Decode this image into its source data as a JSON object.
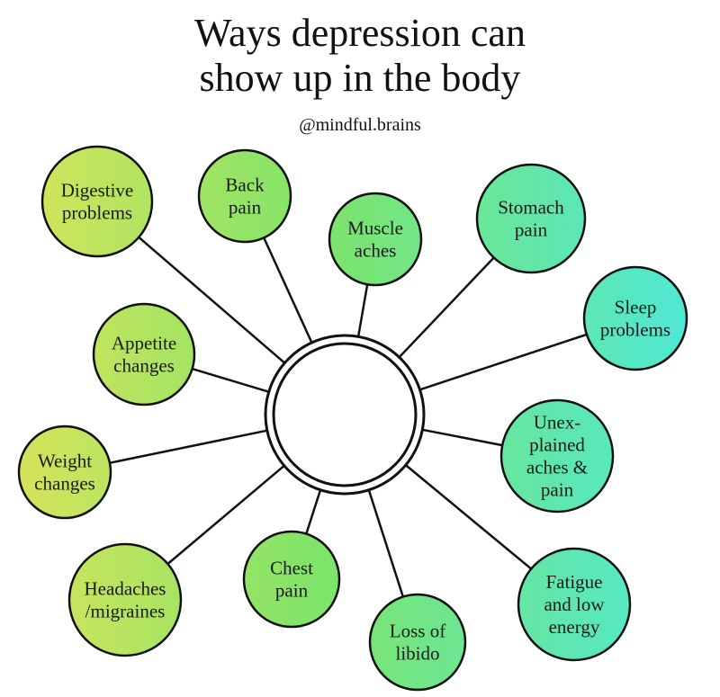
{
  "header": {
    "title_line1": "Ways depression can",
    "title_line2": "show up in the body",
    "handle": "@mindful.brains"
  },
  "colors": {
    "gradient_left": "#d6e45a",
    "gradient_mid": "#7ee46a",
    "gradient_right": "#4ee8d6",
    "stroke": "#111111",
    "hub_fill": "#ffffff"
  },
  "hub": {
    "label": ""
  },
  "nodes": [
    {
      "id": "digestive-problems",
      "lines": [
        "Digestive",
        "problems"
      ]
    },
    {
      "id": "back-pain",
      "lines": [
        "Back",
        "pain"
      ]
    },
    {
      "id": "muscle-aches",
      "lines": [
        "Muscle",
        "aches"
      ]
    },
    {
      "id": "stomach-pain",
      "lines": [
        "Stomach",
        "pain"
      ]
    },
    {
      "id": "sleep-problems",
      "lines": [
        "Sleep",
        "problems"
      ]
    },
    {
      "id": "unexplained-aches-pain",
      "lines": [
        "Unex-",
        "plained",
        "aches &",
        "pain"
      ]
    },
    {
      "id": "fatigue-low-energy",
      "lines": [
        "Fatigue",
        "and low",
        "energy"
      ]
    },
    {
      "id": "loss-of-libido",
      "lines": [
        "Loss of",
        "libido"
      ]
    },
    {
      "id": "chest-pain",
      "lines": [
        "Chest",
        "pain"
      ]
    },
    {
      "id": "headaches-migraines",
      "lines": [
        "Headaches",
        "/migraines"
      ]
    },
    {
      "id": "weight-changes",
      "lines": [
        "Weight",
        "changes"
      ]
    },
    {
      "id": "appetite-changes",
      "lines": [
        "Appetite",
        "changes"
      ]
    }
  ]
}
